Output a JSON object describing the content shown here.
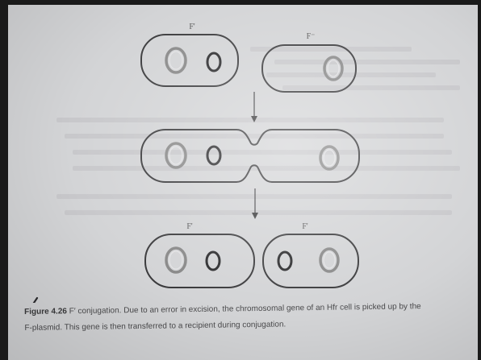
{
  "diagram": {
    "stages": [
      {
        "cells": [
          {
            "label": "F'"
          },
          {
            "label": "F⁻"
          }
        ]
      },
      {
        "cells": [
          {
            "label": ""
          },
          {
            "label": ""
          }
        ]
      },
      {
        "cells": [
          {
            "label": "F'"
          },
          {
            "label": "F'"
          }
        ]
      }
    ]
  },
  "caption": {
    "figure_number": "Figure 4.26",
    "line1": " F′ conjugation. Due to an error in excision, the chromosomal gene of an Hfr cell is picked up by the",
    "line2": "F-plasmid. This gene is then transferred to a recipient during conjugation."
  }
}
